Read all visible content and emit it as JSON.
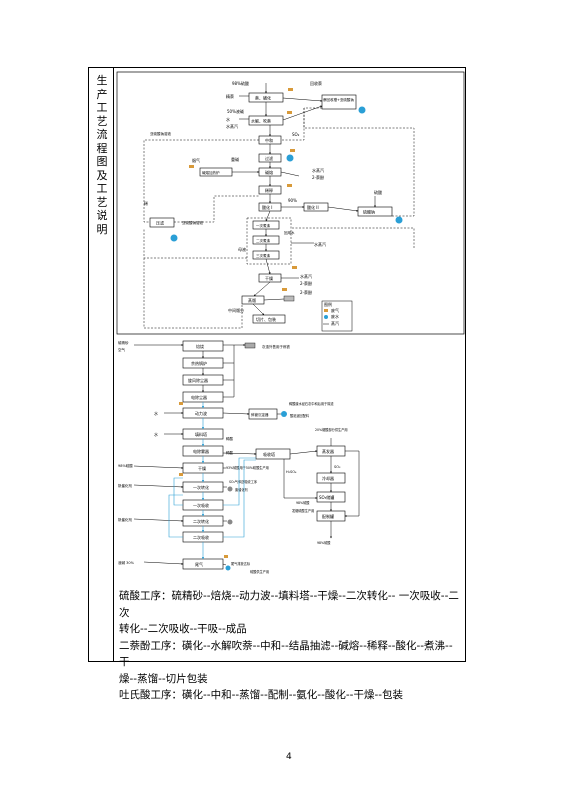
{
  "side_label": "生产工艺流程图及工艺说明",
  "process_text": [
    "硫酸工序：硫精砂--焙烧--动力波--填料塔--干燥--二次转化-- 一次吸收--二次",
    "转化--二次吸收--干吸--成品",
    "二萘酚工序：磺化--水解吹萘--中和--结晶抽滤--碱熔--稀释--酸化--煮沸--干",
    "燥--蒸馏--切片包装",
    "吐氏酸工序：磺化--中和--蒸馏--配制--氨化--酸化--干燥--包装"
  ],
  "page_number": "4",
  "diagram1": {
    "n1": "98%硫酸",
    "n2": "精萘",
    "n3": "萘、磺化",
    "n4": "50%液碱",
    "n5": "水",
    "n6": "水解、吹萘",
    "n7": "水蒸汽",
    "n8": "回收萘",
    "n9": "萘回收槽+亚硫酸钠",
    "n10": "中和",
    "n11": "SO₂",
    "n12": "亚硫酸钠溶液",
    "n13": "过滤",
    "n14": "重碱",
    "n15": "碱熔",
    "n16": "碱熔加热炉",
    "n17": "烟气",
    "n18": "水蒸汽",
    "n19": "2-萘酚",
    "n20": "稀释",
    "n21": "酸化 I",
    "n22": "90%",
    "n23": "酸化 II",
    "n24": "硫酸",
    "n25": "硫酸钠",
    "n26": "压滤",
    "n27": "亚硫酸钠溶液",
    "n28": "一次煮沸",
    "n29": "二次煮沸",
    "n30": "三次煮沸",
    "n31": "回用水",
    "n32": "水蒸汽",
    "n33": "干燥",
    "n34": "蒸馏",
    "n35": "中间馏分",
    "n36": "切片、包装",
    "n37": "图例",
    "n38": "废气",
    "n39": "废水",
    "n40": "蒸汽",
    "n41": "煤气",
    "n42": "水",
    "n43": "2-萘酚",
    "n44": "副产",
    "n45": "稀",
    "n46": "母液"
  },
  "diagram2": {
    "m1": "硫精砂",
    "m2": "空气",
    "m3": "焙烧",
    "m4": "余热锅炉",
    "m5": "旋风除尘器",
    "m6": "电除尘器",
    "m7": "灰渣外售用于炼铁",
    "m8": "动力波",
    "m9": "填料塔",
    "m10": "电除雾器",
    "m11": "水",
    "m12": "稀酸",
    "m13": "斜管沉淀器",
    "m14": "稀酸废水经石灰中和后用于除渣",
    "m15": "酸泥返回配料",
    "m16": "98%硫酸",
    "m17": "干燥",
    "m18": "93%硫酸用于50%硫酸生产用",
    "m19": "一次转化",
    "m20": "钒催化剂",
    "m21": "SO₃气体送吸收工序",
    "m22": "废催化剂",
    "m23": "一次吸收",
    "m24": "二次转化",
    "m25": "二次吸收",
    "m26": "尾气",
    "m27": "吸收塔",
    "m28": "H₂SO₄",
    "m29": "20%烟酸部分供生产用",
    "m30": "蒸发器",
    "m31": "SO₃",
    "m32": "冷却器",
    "m33": "SO₃储罐",
    "m34": "配制罐",
    "m35": "98%硫酸",
    "m36": "发烟硫酸生产用",
    "m37": "尾气排放达标",
    "m38": "烟囱",
    "m39": "液碱 30%",
    "m40": "亚硫酸钠",
    "m41": "硫酸供生产用"
  }
}
